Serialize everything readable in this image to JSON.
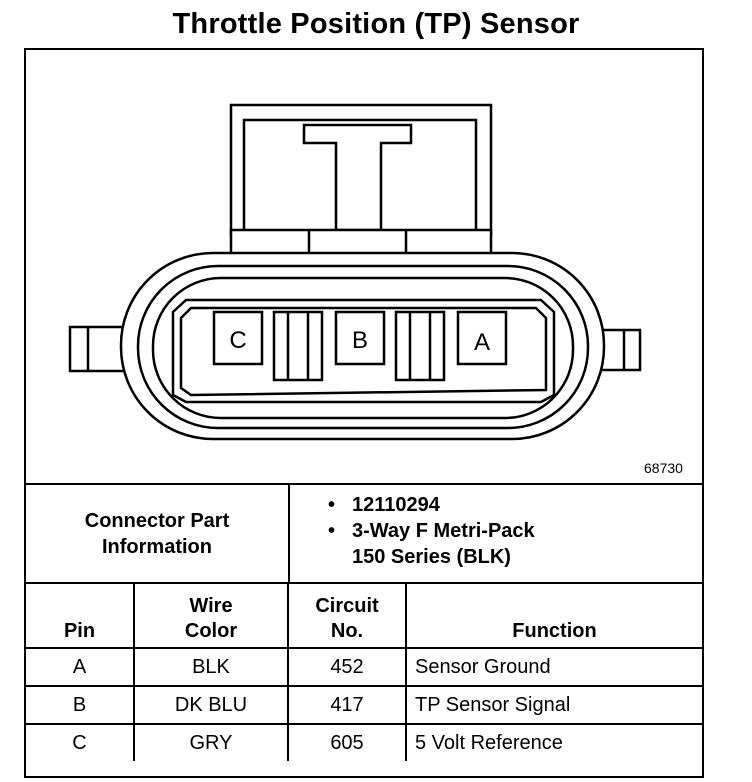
{
  "title": "Throttle Position (TP) Sensor",
  "figure_id": "68730",
  "connector": {
    "pins": [
      "C",
      "B",
      "A"
    ]
  },
  "info": {
    "label_line1": "Connector Part",
    "label_line2": "Information",
    "part_number": "12110294",
    "desc_line1": "3-Way F Metri-Pack",
    "desc_line2": "150 Series (BLK)"
  },
  "table": {
    "headers": {
      "pin": "Pin",
      "wire_line1": "Wire",
      "wire_line2": "Color",
      "circuit_line1": "Circuit",
      "circuit_line2": "No.",
      "function": "Function"
    },
    "rows": [
      {
        "pin": "A",
        "color": "BLK",
        "circuit": "452",
        "function": "Sensor Ground"
      },
      {
        "pin": "B",
        "color": "DK BLU",
        "circuit": "417",
        "function": "TP Sensor Signal"
      },
      {
        "pin": "C",
        "color": "GRY",
        "circuit": "605",
        "function": "5 Volt Reference"
      }
    ]
  }
}
